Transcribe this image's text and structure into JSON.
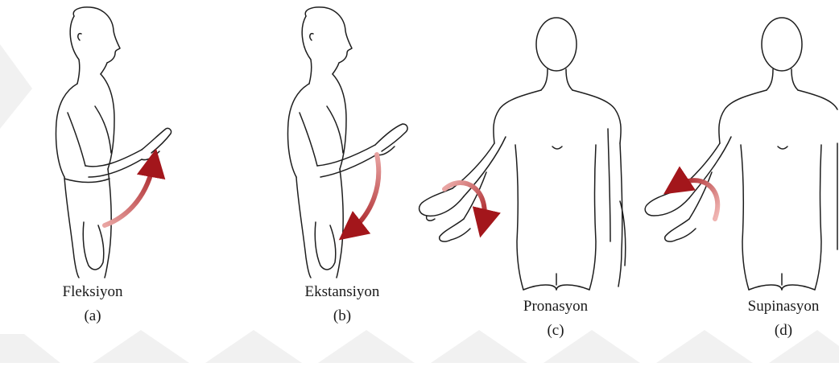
{
  "panels": [
    {
      "id": "a",
      "name": "Fleksiyon",
      "label": "(a)"
    },
    {
      "id": "b",
      "name": "Ekstansiyon",
      "label": "(b)"
    },
    {
      "id": "c",
      "name": "Pronasyon",
      "label": "(c)"
    },
    {
      "id": "d",
      "name": "Supinasyon",
      "label": "(d)"
    }
  ],
  "colors": {
    "arrow": "#a3161b",
    "outline": "#1e1e1e",
    "watermark": "#f1f1f1"
  }
}
